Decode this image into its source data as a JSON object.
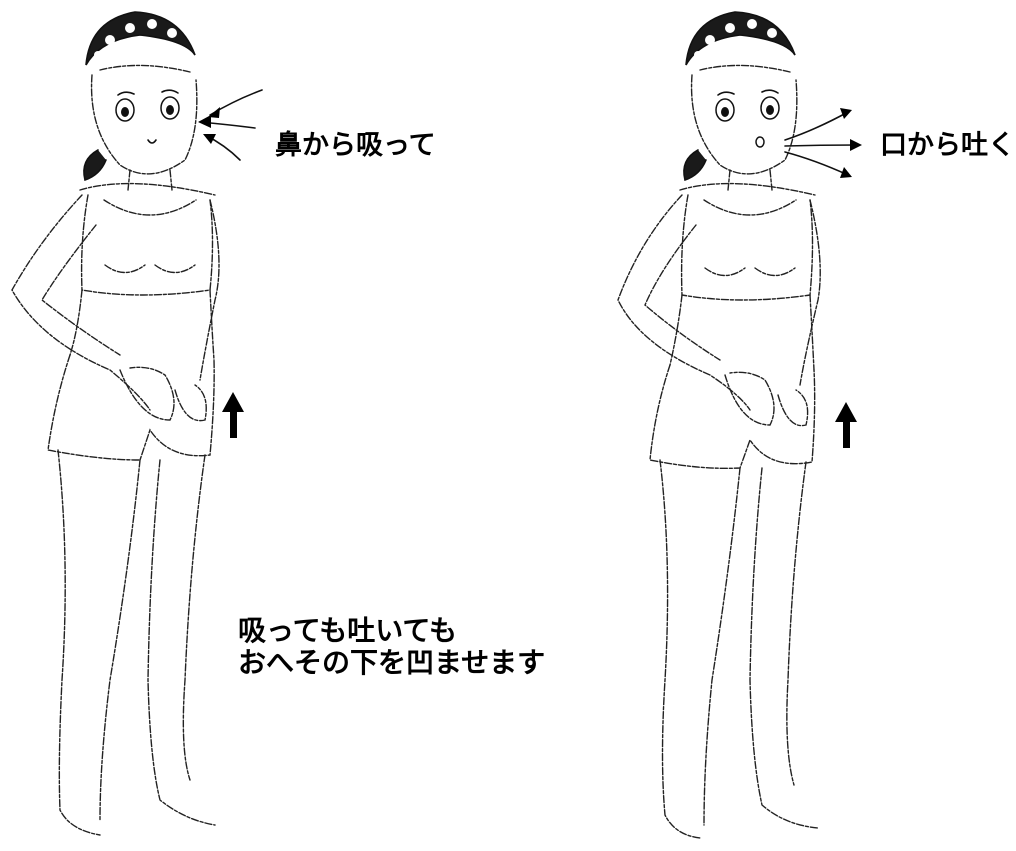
{
  "labels": {
    "inhale": "鼻から吸って",
    "exhale": "口から吐く",
    "note_line1": "吸っても吐いても",
    "note_line2": "おへその下を凹ませます"
  },
  "figures": [
    {
      "name": "woman-inhaling",
      "breath": "in"
    },
    {
      "name": "woman-exhaling",
      "breath": "out"
    }
  ],
  "colors": {
    "ink": "#000000",
    "background": "#ffffff"
  }
}
